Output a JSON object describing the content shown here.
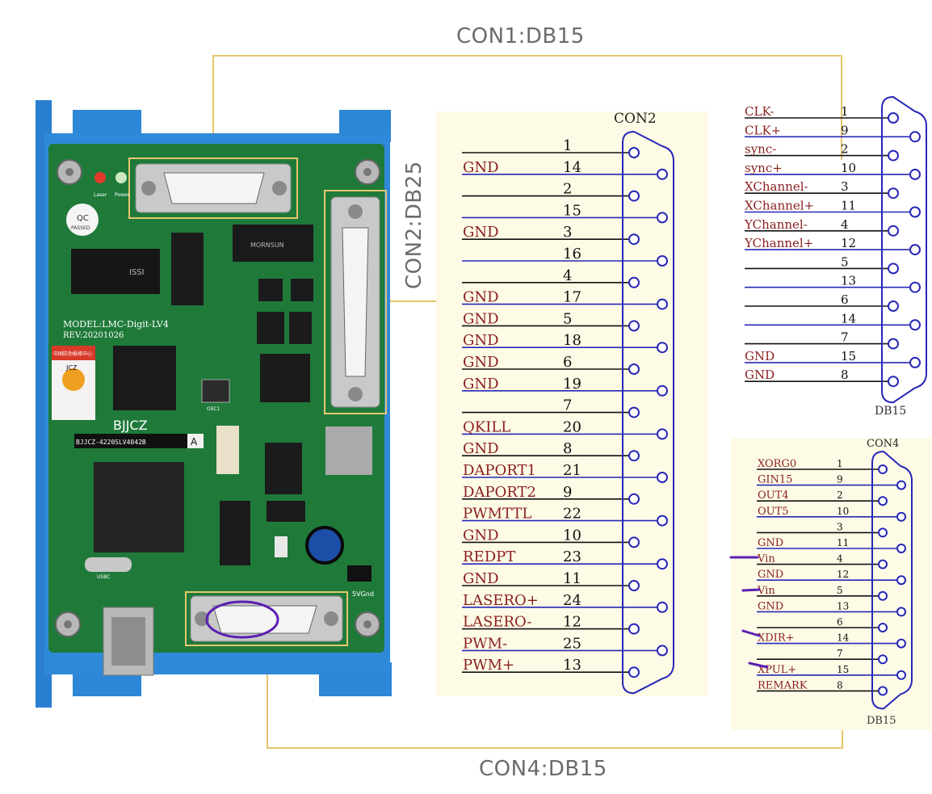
{
  "titles": {
    "con1": "CON1:DB15",
    "con2": "CON2:DB25",
    "con4": "CON4:DB15"
  },
  "board": {
    "model_line1": "MODEL:LMC-Digit-LV4",
    "model_line2": "REV:20201026",
    "brand": "BJJCZ",
    "serial": "BJJCZ-4220SLV4042B",
    "rev_letter": "A",
    "qc_text_1": "QC",
    "qc_text_2": "PASSED",
    "led_labels": [
      "Laser",
      "Power"
    ],
    "cert_text": "中国防伪报修中心",
    "chip_text": "ISSI",
    "module_text": "MORNSUN",
    "usb_label": "USBC",
    "osc_label": "OSC1",
    "con4_pin_label": "5VGnd",
    "cert_logo": "JCZ"
  },
  "colors": {
    "board_green": "#1f7a3a",
    "case_blue": "#2d86d6",
    "pin_label_red": "#8b1e1e",
    "connector_blue": "#2727b8",
    "annotation_purple": "#5b1fb3",
    "lead_line": "#e5c76b"
  },
  "con2": {
    "title": "CON2",
    "pins": [
      {
        "label": "",
        "num": "1"
      },
      {
        "label": "GND",
        "num": "14"
      },
      {
        "label": "",
        "num": "2"
      },
      {
        "label": "",
        "num": "15"
      },
      {
        "label": "GND",
        "num": "3"
      },
      {
        "label": "",
        "num": "16"
      },
      {
        "label": "",
        "num": "4"
      },
      {
        "label": "GND",
        "num": "17"
      },
      {
        "label": "GND",
        "num": "5"
      },
      {
        "label": "GND",
        "num": "18"
      },
      {
        "label": "GND",
        "num": "6"
      },
      {
        "label": "GND",
        "num": "19"
      },
      {
        "label": "",
        "num": "7"
      },
      {
        "label": "QKILL",
        "num": "20"
      },
      {
        "label": "GND",
        "num": "8"
      },
      {
        "label": "DAPORT1",
        "num": "21"
      },
      {
        "label": "DAPORT2",
        "num": "9"
      },
      {
        "label": "PWMTTL",
        "num": "22"
      },
      {
        "label": "GND",
        "num": "10"
      },
      {
        "label": "REDPT",
        "num": "23"
      },
      {
        "label": "GND",
        "num": "11"
      },
      {
        "label": "LASERO+",
        "num": "24"
      },
      {
        "label": "LASERO-",
        "num": "12"
      },
      {
        "label": "PWM-",
        "num": "25"
      },
      {
        "label": "PWM+",
        "num": "13"
      }
    ]
  },
  "con1": {
    "footer": "DB15",
    "pins": [
      {
        "label": "CLK-",
        "num": "1"
      },
      {
        "label": "CLK+",
        "num": "9"
      },
      {
        "label": "sync-",
        "num": "2"
      },
      {
        "label": "sync+",
        "num": "10"
      },
      {
        "label": "XChannel-",
        "num": "3"
      },
      {
        "label": "XChannel+",
        "num": "11"
      },
      {
        "label": "YChannel-",
        "num": "4"
      },
      {
        "label": "YChannel+",
        "num": "12"
      },
      {
        "label": "",
        "num": "5"
      },
      {
        "label": "",
        "num": "13"
      },
      {
        "label": "",
        "num": "6"
      },
      {
        "label": "",
        "num": "14"
      },
      {
        "label": "",
        "num": "7"
      },
      {
        "label": "GND",
        "num": "15"
      },
      {
        "label": "GND",
        "num": "8"
      }
    ]
  },
  "con4": {
    "title": "CON4",
    "footer": "DB15",
    "pins": [
      {
        "label": "XORG0",
        "num": "1"
      },
      {
        "label": "GIN15",
        "num": "9"
      },
      {
        "label": "OUT4",
        "num": "2"
      },
      {
        "label": "OUT5",
        "num": "10"
      },
      {
        "label": "",
        "num": "3"
      },
      {
        "label": "GND",
        "num": "11"
      },
      {
        "label": "Vin",
        "num": "4"
      },
      {
        "label": "GND",
        "num": "12"
      },
      {
        "label": "Vin",
        "num": "5"
      },
      {
        "label": "GND",
        "num": "13"
      },
      {
        "label": "",
        "num": "6"
      },
      {
        "label": "XDIR+",
        "num": "14"
      },
      {
        "label": "",
        "num": "7"
      },
      {
        "label": "XPUL+",
        "num": "15"
      },
      {
        "label": "REMARK",
        "num": "8"
      }
    ]
  }
}
